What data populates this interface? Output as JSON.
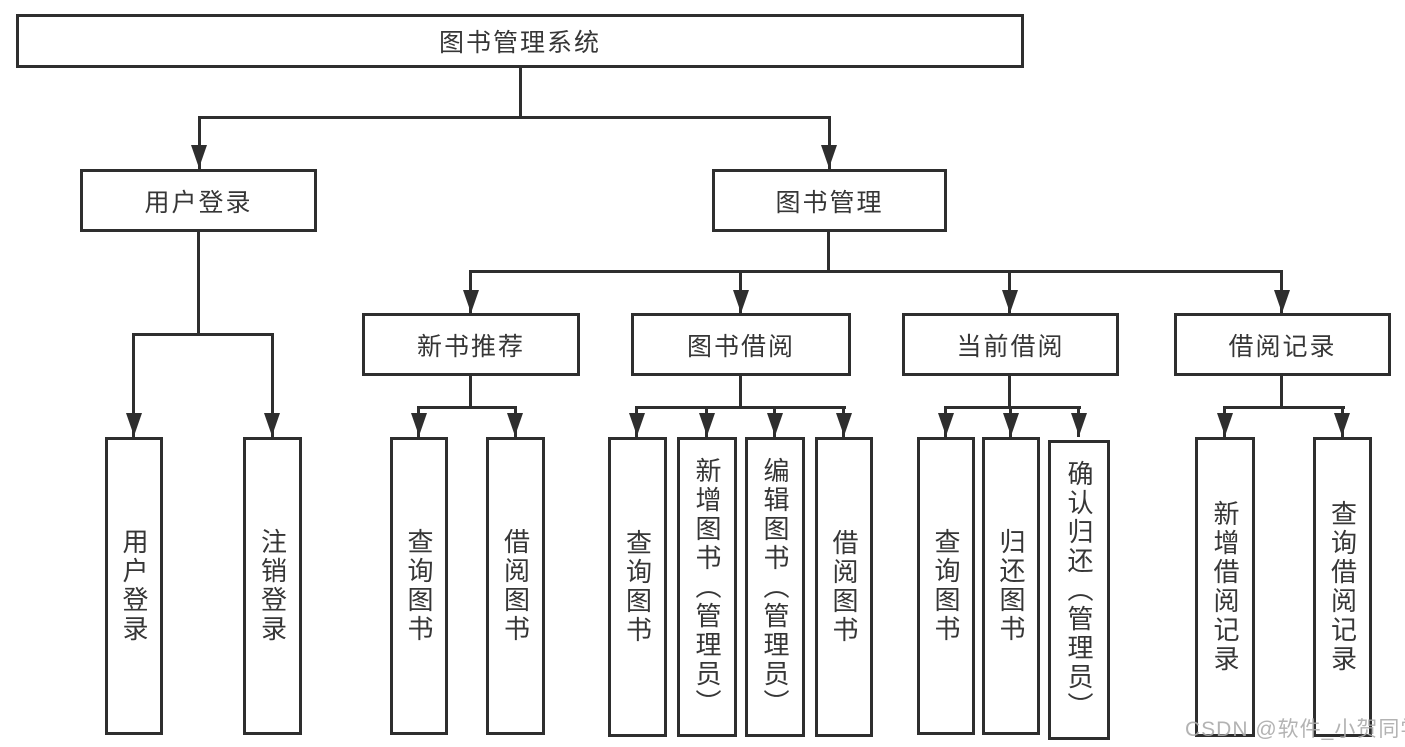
{
  "tree": {
    "label": "图书管理系统",
    "children": [
      {
        "label": "用户登录",
        "children": [
          {
            "label": "用户登录"
          },
          {
            "label": "注销登录"
          }
        ]
      },
      {
        "label": "图书管理",
        "children": [
          {
            "label": "新书推荐",
            "children": [
              {
                "label": "查询图书"
              },
              {
                "label": "借阅图书"
              }
            ]
          },
          {
            "label": "图书借阅",
            "children": [
              {
                "label": "查询图书"
              },
              {
                "label": "新增图书（管理员）"
              },
              {
                "label": "编辑图书（管理员）"
              },
              {
                "label": "借阅图书"
              }
            ]
          },
          {
            "label": "当前借阅",
            "children": [
              {
                "label": "查询图书"
              },
              {
                "label": "归还图书"
              },
              {
                "label": "确认归还（管理员）"
              }
            ]
          },
          {
            "label": "借阅记录",
            "children": [
              {
                "label": "新增借阅记录"
              },
              {
                "label": "查询借阅记录"
              }
            ]
          }
        ]
      }
    ]
  },
  "watermark": "CSDN @软件_小贺同学",
  "colors": {
    "line": "#2e2e2e",
    "text": "#363636",
    "background": "#ffffff",
    "watermark": "#ababab"
  }
}
